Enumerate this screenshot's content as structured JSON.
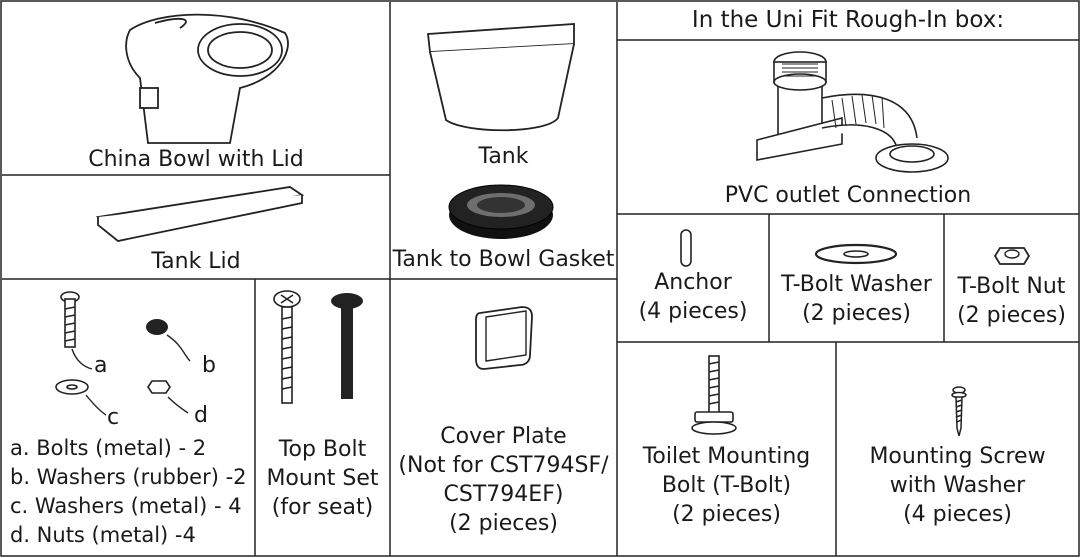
{
  "items": {
    "china_bowl": "China Bowl with Lid",
    "tank": "Tank",
    "tank_lid": "Tank Lid",
    "gasket": "Tank to Bowl Gasket",
    "rough_in_title": "In the Uni Fit Rough-In box:",
    "pvc": "PVC outlet Connection",
    "anchor": "Anchor\n(4 pieces)",
    "tbolt_washer": "T-Bolt Washer\n(2 pieces)",
    "tbolt_nut": "T-Bolt Nut\n(2 pieces)",
    "hardware": {
      "letters": [
        "a",
        "b",
        "c",
        "d"
      ],
      "list": "a. Bolts (metal) - 2\nb. Washers (rubber) -2\nc. Washers (metal) - 4\nd. Nuts (metal) -4"
    },
    "top_bolt": "Top Bolt\nMount Set\n(for seat)",
    "cover_plate": "Cover Plate\n(Not for CST794SF/\nCST794EF)\n(2 pieces)",
    "toilet_bolt": "Toilet Mounting\nBolt (T-Bolt)\n(2 pieces)",
    "mounting_screw": "Mounting Screw\nwith Washer\n(4 pieces)"
  }
}
